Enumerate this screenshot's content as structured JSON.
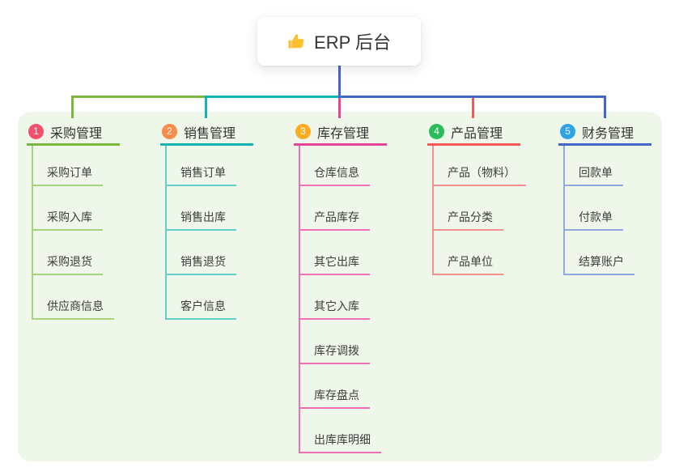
{
  "root": {
    "label": "ERP 后台",
    "icon": "thumbs-up-icon"
  },
  "colors": {
    "connector_blue": "#4367c6",
    "panel_bg": "#eef7ea"
  },
  "branches": [
    {
      "num": "1",
      "label": "采购管理",
      "colors": {
        "badge": "#f4506b",
        "line": "#7cb63f",
        "light": "#a9d47e"
      },
      "items": [
        "采购订单",
        "采购入库",
        "采购退货",
        "供应商信息"
      ]
    },
    {
      "num": "2",
      "label": "销售管理",
      "colors": {
        "badge": "#fb8b48",
        "line": "#13b5b1",
        "light": "#62cec6"
      },
      "items": [
        "销售订单",
        "销售出库",
        "销售退货",
        "客户信息"
      ]
    },
    {
      "num": "3",
      "label": "库存管理",
      "colors": {
        "badge": "#fbac20",
        "line": "#e8439b",
        "light": "#f06fb3"
      },
      "items": [
        "仓库信息",
        "产品库存",
        "其它出库",
        "其它入库",
        "库存调拨",
        "库存盘点",
        "出库库明细"
      ]
    },
    {
      "num": "4",
      "label": "产品管理",
      "colors": {
        "badge": "#2abd5b",
        "line": "#f95757",
        "light": "#f59090"
      },
      "items": [
        "产品（物料）",
        "产品分类",
        "产品单位"
      ]
    },
    {
      "num": "5",
      "label": "财务管理",
      "colors": {
        "badge": "#2fa3e6",
        "line": "#4367c6",
        "light": "#92a9e0"
      },
      "items": [
        "回款单",
        "付款单",
        "结算账户"
      ]
    }
  ]
}
